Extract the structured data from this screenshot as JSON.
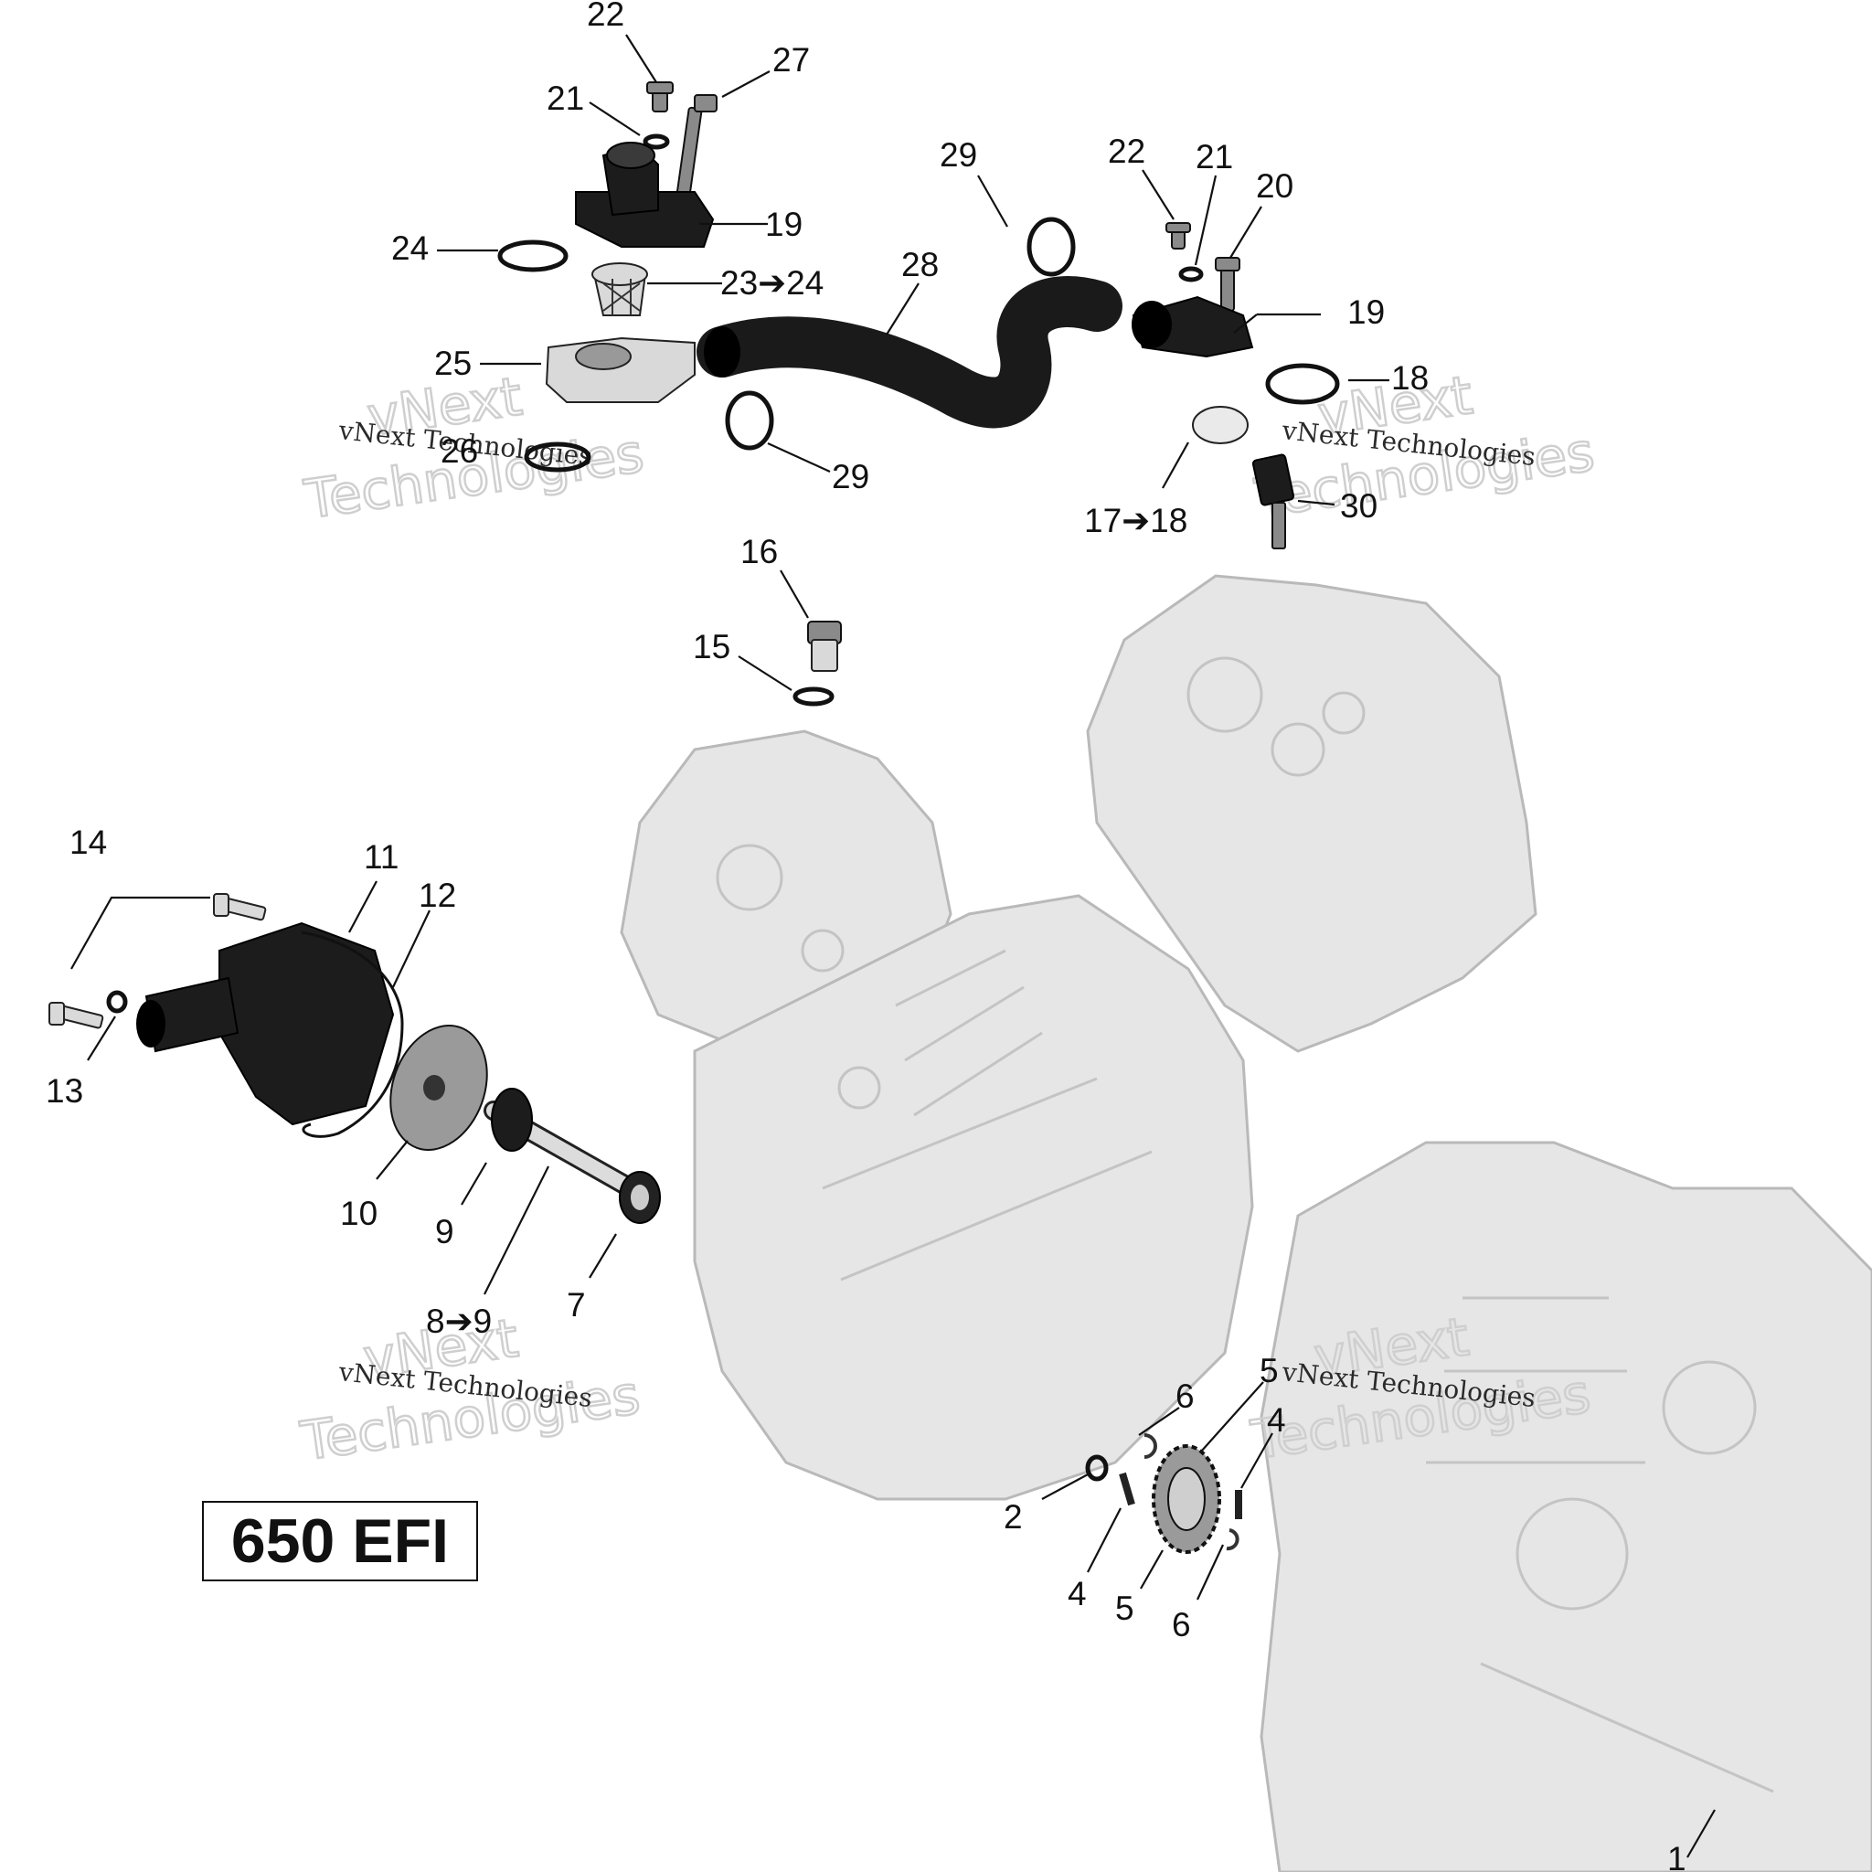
{
  "model_label": "650 EFI",
  "watermark": {
    "brand_line1": "vNext",
    "brand_line2": "Technologies",
    "caption": "vNext Technologies"
  },
  "callouts": [
    {
      "id": "c22a",
      "text": "22"
    },
    {
      "id": "c27",
      "text": "27"
    },
    {
      "id": "c21a",
      "text": "21"
    },
    {
      "id": "c19a",
      "text": "19"
    },
    {
      "id": "c24",
      "text": "24"
    },
    {
      "id": "c23",
      "text": "23➔24"
    },
    {
      "id": "c25",
      "text": "25"
    },
    {
      "id": "c26",
      "text": "26"
    },
    {
      "id": "c28",
      "text": "28"
    },
    {
      "id": "c29a",
      "text": "29"
    },
    {
      "id": "c29b",
      "text": "29"
    },
    {
      "id": "c22b",
      "text": "22"
    },
    {
      "id": "c21b",
      "text": "21"
    },
    {
      "id": "c20",
      "text": "20"
    },
    {
      "id": "c19b",
      "text": "19"
    },
    {
      "id": "c18",
      "text": "18"
    },
    {
      "id": "c17",
      "text": "17➔18"
    },
    {
      "id": "c30",
      "text": "30"
    },
    {
      "id": "c16",
      "text": "16"
    },
    {
      "id": "c15",
      "text": "15"
    },
    {
      "id": "c14",
      "text": "14"
    },
    {
      "id": "c11",
      "text": "11"
    },
    {
      "id": "c12",
      "text": "12"
    },
    {
      "id": "c13",
      "text": "13"
    },
    {
      "id": "c10",
      "text": "10"
    },
    {
      "id": "c9",
      "text": "9"
    },
    {
      "id": "c8",
      "text": "8➔9"
    },
    {
      "id": "c7",
      "text": "7"
    },
    {
      "id": "c6a",
      "text": "6"
    },
    {
      "id": "c5a",
      "text": "5"
    },
    {
      "id": "c4a",
      "text": "4"
    },
    {
      "id": "c2",
      "text": "2"
    },
    {
      "id": "c4b",
      "text": "4"
    },
    {
      "id": "c5b",
      "text": "5"
    },
    {
      "id": "c6b",
      "text": "6"
    },
    {
      "id": "c1",
      "text": "1"
    }
  ]
}
